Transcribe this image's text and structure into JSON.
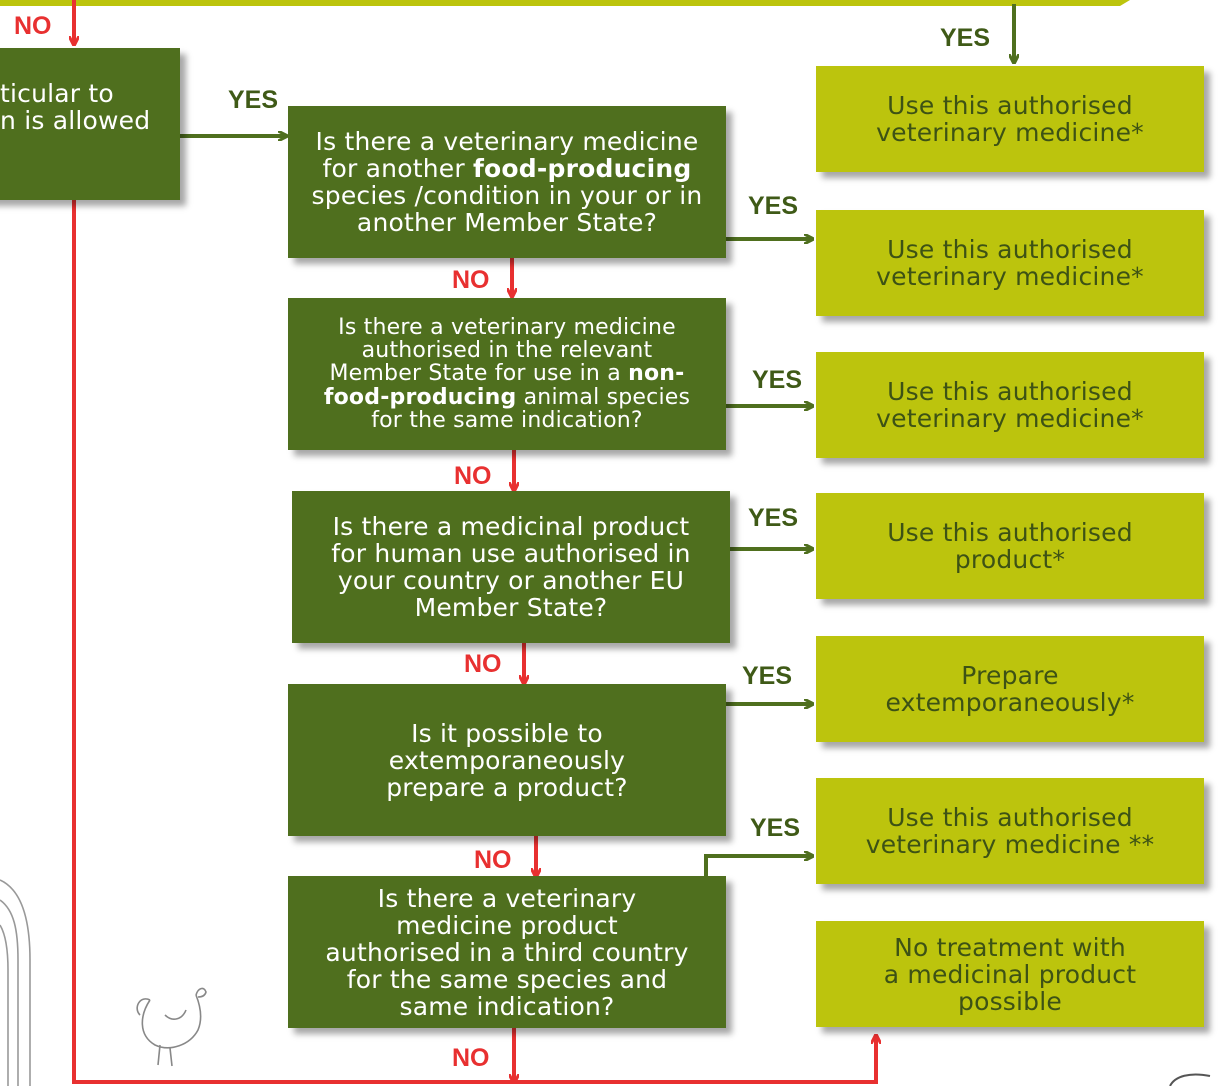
{
  "colors": {
    "question_box": "#4f6f1e",
    "answer_box": "#bcc40d",
    "answer_text": "#3d5215",
    "yes_arrow": "#4f6f1e",
    "no_arrow": "#e83030"
  },
  "labels": {
    "yes": "YES",
    "no": "NO"
  },
  "left_box": {
    "line1": "ticular to",
    "line2": "n is allowed"
  },
  "questions": {
    "q1": {
      "line1": "Is there a veterinary medicine",
      "line2_pre": "for another ",
      "line2_bold": "food-producing",
      "line3": "species /condition in your or in",
      "line4": "another Member State?"
    },
    "q2": {
      "line1": "Is there a veterinary medicine",
      "line2": "authorised in the relevant",
      "line3_pre": "Member State for use in a ",
      "line3_bold": "non-",
      "line4_bold": "food-producing",
      "line4_post": " animal species",
      "line5": "for the same indication?"
    },
    "q3": {
      "line1": "Is there a  medicinal product",
      "line2": "for human use authorised in",
      "line3": "your country or another EU",
      "line4": "Member State?"
    },
    "q4": {
      "line1": "Is it possible to",
      "line2": "extemporaneously",
      "line3": "prepare a product?"
    },
    "q5": {
      "line1": "Is there a veterinary",
      "line2": "medicine product",
      "line3": "authorised in a third country",
      "line4": "for the same species and",
      "line5": "same indication?"
    }
  },
  "answers": {
    "a0": {
      "line1": "Use this authorised",
      "line2": "veterinary medicine*"
    },
    "a1": {
      "line1": "Use this authorised",
      "line2": "veterinary medicine*"
    },
    "a2": {
      "line1": "Use this authorised",
      "line2": "veterinary medicine*"
    },
    "a3": {
      "line1": "Use this authorised",
      "line2": "product*"
    },
    "a4": {
      "line1": "Prepare",
      "line2": "extemporaneously*"
    },
    "a5": {
      "line1": "Use this authorised",
      "line2": "veterinary medicine **"
    },
    "a6": {
      "line1": "No treatment with",
      "line2": "a medicinal product",
      "line3": "possible"
    }
  },
  "icons": {
    "decoration": "chicken-icon"
  }
}
